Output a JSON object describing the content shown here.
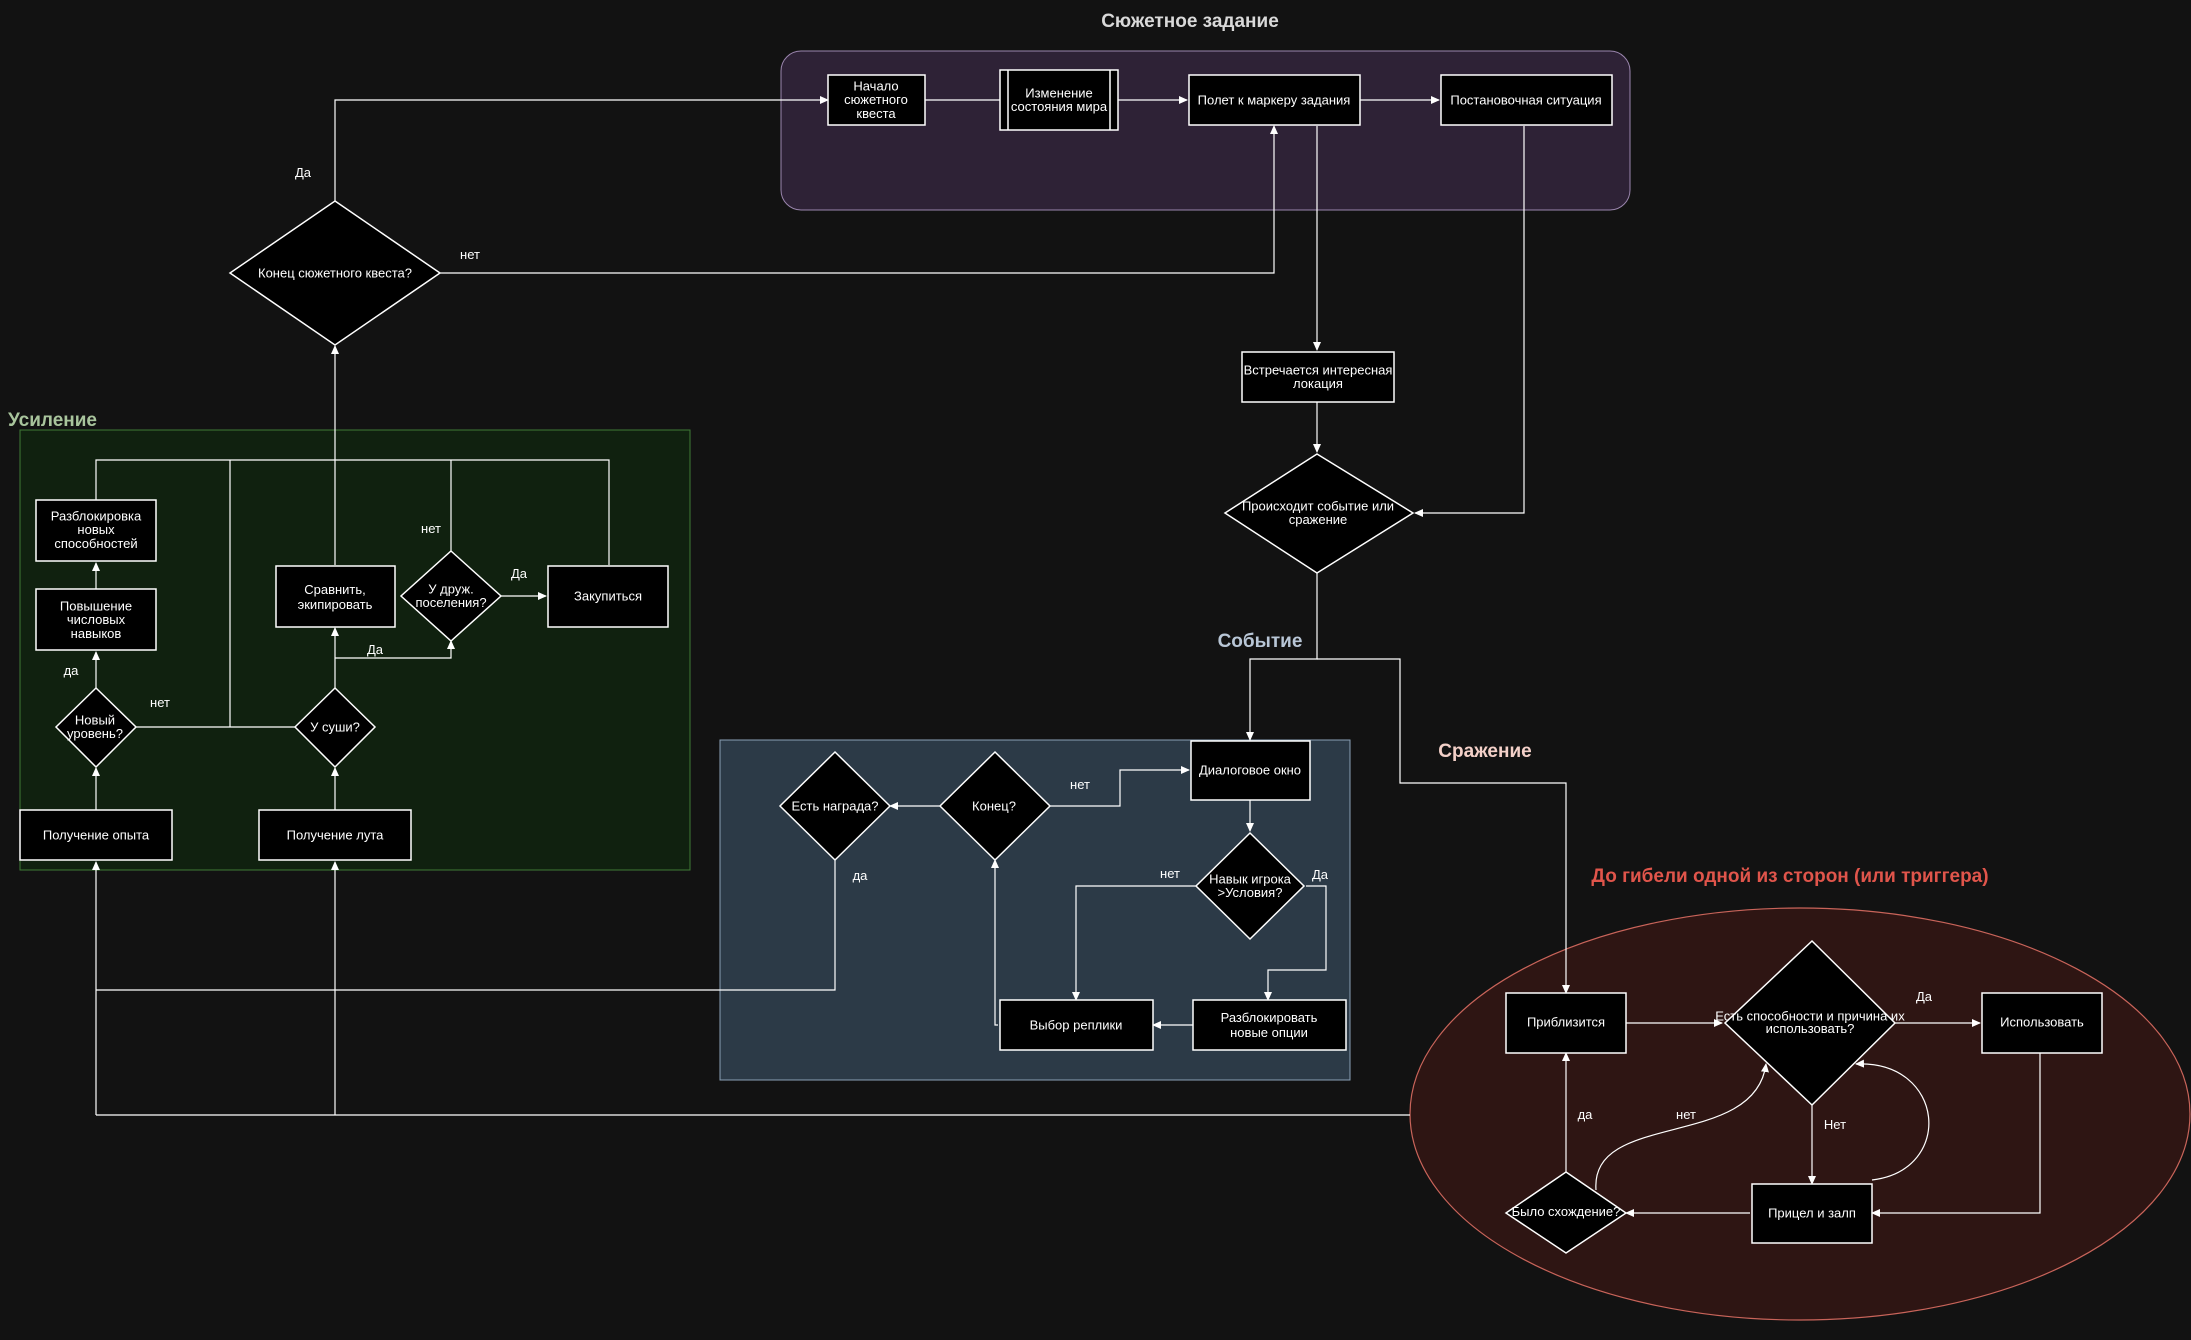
{
  "colors": {
    "background": "#121212",
    "line": "#ffffff",
    "node_fill": "#000000",
    "story_fill": "#2e2236",
    "story_stroke": "#9a85ad",
    "boost_fill": "#10210f",
    "boost_stroke": "#3f7a35",
    "event_fill": "#2c3a47",
    "event_stroke": "#8aa0b5",
    "battle_fill": "#2e1513",
    "battle_stroke": "#c9645a",
    "title_story": "#d9d9d9",
    "title_boost": "#a8c49c",
    "title_event": "#b8c6d6",
    "title_battle": "#f3d0c8",
    "title_death": "#e0554b"
  },
  "groups": {
    "story": "Сюжетное задание",
    "boost": "Усиление",
    "event": "Событие",
    "battle": "Сражение",
    "death": "До гибели одной из сторон (или триггера)"
  },
  "nodes": {
    "quest_start": "Начало сюжетного квеста",
    "world_change": "Изменение состояния мира",
    "flight": "Полет к маркеру задания",
    "staged": "Постановочная ситуация",
    "quest_end": "Конец сюжетного квеста?",
    "location": "Встречается интересная локация",
    "event_or_battle": "Происходит событие или сражение",
    "unlock_abilities": "Разблокировка новых способностей",
    "raise_skills": "Повышение числовых навыков",
    "new_level": "Новый уровень?",
    "get_xp": "Получение опыта",
    "compare_equip": "Сравнить, экипировать",
    "friendly_settlement": "У друж. поселения?",
    "shop": "Закупиться",
    "on_land": "У суши?",
    "get_loot": "Получение лута",
    "dialog": "Диалоговое окно",
    "end_q": "Конец?",
    "reward_q": "Есть награда?",
    "skill_check": "Навык игрока >Условия?",
    "choose_line": "Выбор реплики",
    "unlock_options": "Разблокировать новые опции",
    "approach": "Приблизится",
    "abilities_q": "Есть способности и причина их использовать?",
    "use": "Использовать",
    "converge_q": "Было схождение?",
    "aim_fire": "Прицел и залп"
  },
  "edge_labels": {
    "quest_yes": "Да",
    "quest_no": "нет",
    "settle_no": "нет",
    "settle_yes": "Да",
    "land_yes": "Да",
    "level_yes": "да",
    "level_no": "нет",
    "end_no": "нет",
    "reward_yes": "да",
    "skill_no": "нет",
    "skill_yes": "Да",
    "abil_yes": "Да",
    "abil_no": "Нет",
    "conv_yes": "да",
    "conv_no": "нет"
  }
}
